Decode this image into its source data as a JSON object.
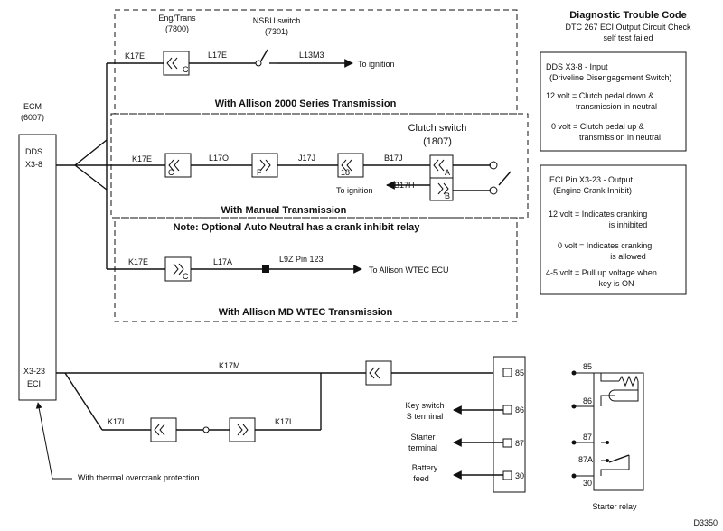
{
  "header": {
    "title": "Diagnostic Trouble Code",
    "subtitle_line1": "DTC 267 ECI Output Circuit Check",
    "subtitle_line2": "self test failed"
  },
  "ecm": {
    "label": "ECM",
    "code": "(6007)",
    "dds_label": "DDS",
    "dds_pin": "X3-8",
    "eci_pin": "X3-23",
    "eci_label": "ECI"
  },
  "allison2000": {
    "component_name": "Eng/Trans",
    "component_code": "(7800)",
    "switch_name": "NSBU switch",
    "switch_code": "(7301)",
    "wire1": "K17E",
    "wire2": "L17E",
    "wire3": "L13M3",
    "conn_c": "C",
    "destination": "To ignition",
    "section_title": "With Allison 2000 Series Transmission"
  },
  "manual": {
    "clutch_switch_name": "Clutch switch",
    "clutch_switch_code": "(1807)",
    "wire1": "K17E",
    "wire2": "L17O",
    "wire3": "J17J",
    "wire4": "B17J",
    "wire5": "B17H",
    "conn_c": "C",
    "conn_f": "F",
    "conn_18": "18",
    "conn_a": "A",
    "conn_b": "B",
    "destination": "To ignition",
    "section_title": "With Manual Transmission"
  },
  "note": "Note: Optional Auto Neutral has a crank inhibit relay",
  "wtec": {
    "wire1": "K17E",
    "wire2": "L17A",
    "wire3": "L9Z Pin 123",
    "conn_c": "C",
    "destination": "To Allison WTEC ECU",
    "section_title": "With Allison MD WTEC Transmission"
  },
  "dds_info": {
    "title": "DDS X3-8  - Input",
    "subtitle": "(Driveline Disengagement Switch)",
    "line1a": "12 volt = Clutch pedal down &",
    "line1b": "transmission in neutral",
    "line2a": "0 volt = Clutch pedal up &",
    "line2b": "transmission in neutral"
  },
  "eci_info": {
    "title": "ECI Pin X3-23 - Output",
    "subtitle": "(Engine Crank Inhibit)",
    "line1a": "12 volt = Indicates cranking",
    "line1b": "is inhibited",
    "line2a": "0 volt = Indicates cranking",
    "line2b": "is allowed",
    "line3a": "4-5 volt = Pull up voltage when",
    "line3b": "key is ON"
  },
  "eci_circuit": {
    "wire_main": "K17M",
    "wire_branch1": "K17L",
    "wire_branch2": "K17L",
    "overcrank_note": "With thermal overcrank protection"
  },
  "relay_terminals": {
    "t85": "85",
    "t86": "86",
    "t87": "87",
    "t30": "30",
    "key_switch_a": "Key switch",
    "key_switch_b": "S terminal",
    "starter_a": "Starter",
    "starter_b": "terminal",
    "battery_a": "Battery",
    "battery_b": "feed"
  },
  "starter_relay": {
    "p85": "85",
    "p86": "86",
    "p87": "87",
    "p87a": "87A",
    "p30": "30",
    "label": "Starter relay"
  },
  "figure_id": "D3350"
}
